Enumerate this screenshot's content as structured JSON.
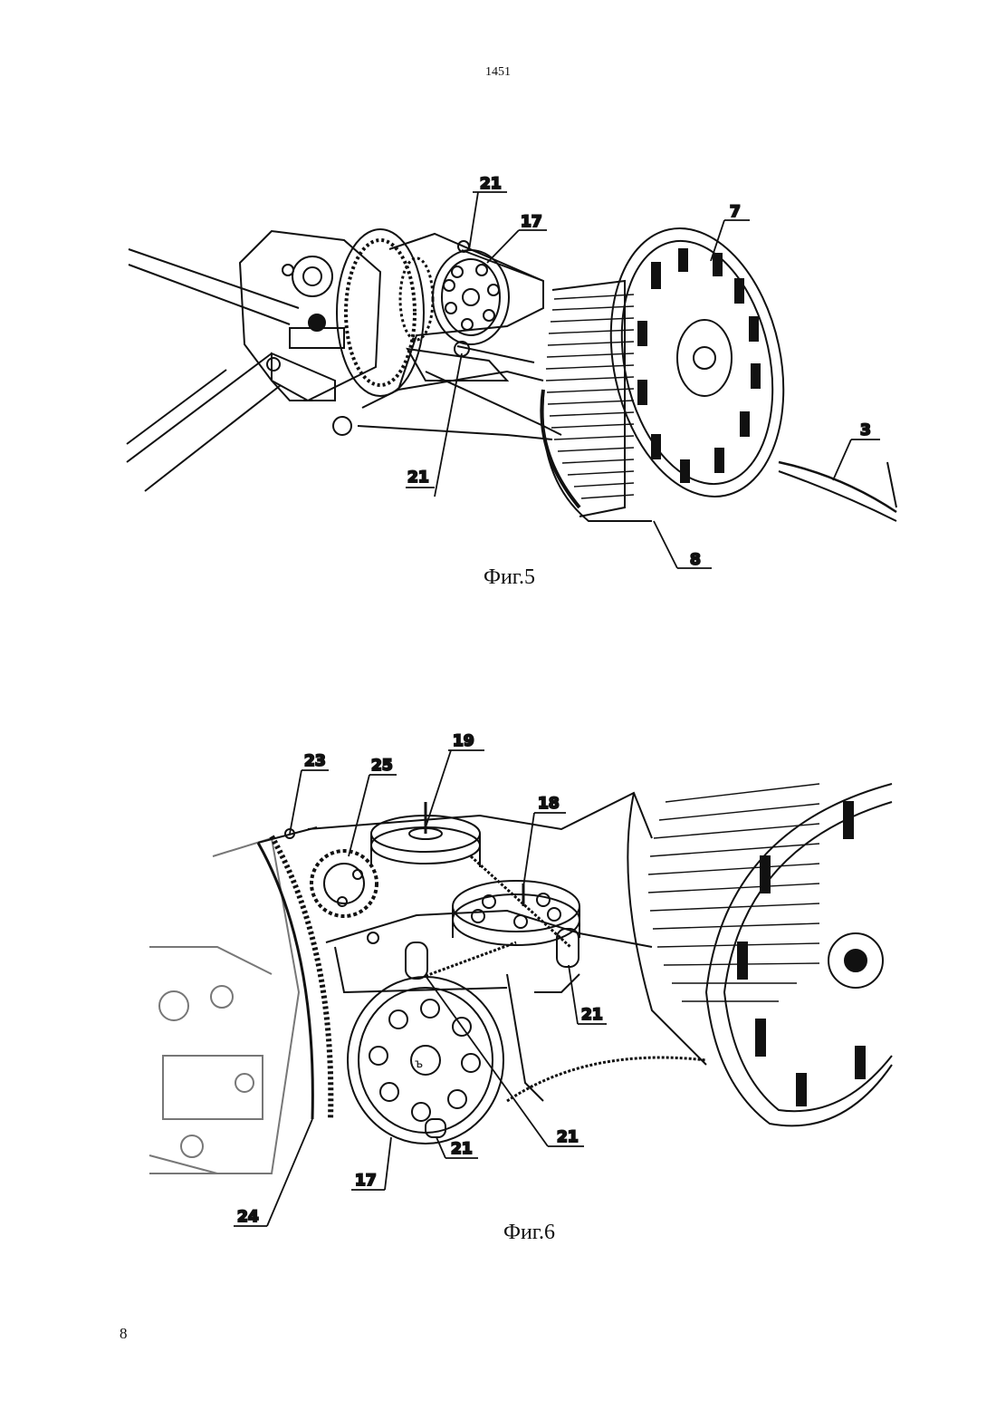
{
  "document_number": "1451",
  "page_number": "8",
  "figures": [
    {
      "caption": "Фиг.5",
      "labels": {
        "l21a": "21",
        "l17": "17",
        "l7": "7",
        "l3": "3",
        "l21b": "21",
        "l8": "8"
      }
    },
    {
      "caption": "Фиг.6",
      "labels": {
        "l19": "19",
        "l23": "23",
        "l25": "25",
        "l18": "18",
        "l21a": "21",
        "l21b": "21",
        "l21c": "21",
        "l17": "17",
        "l24": "24",
        "pulley_mark": "ъ"
      }
    }
  ]
}
